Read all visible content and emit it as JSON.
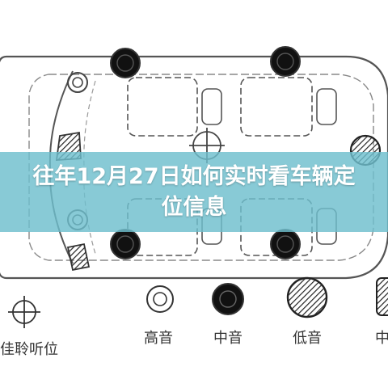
{
  "banner": {
    "title": "往年12月27日如何实时看车辆定位信息"
  },
  "legend": {
    "items": [
      {
        "label": "佳聆听位"
      },
      {
        "label": "高音"
      },
      {
        "label": "中音"
      },
      {
        "label": "低音"
      }
    ]
  },
  "colors": {
    "banner": "#6ebecd",
    "line": "#444444",
    "background": "#ffffff"
  }
}
